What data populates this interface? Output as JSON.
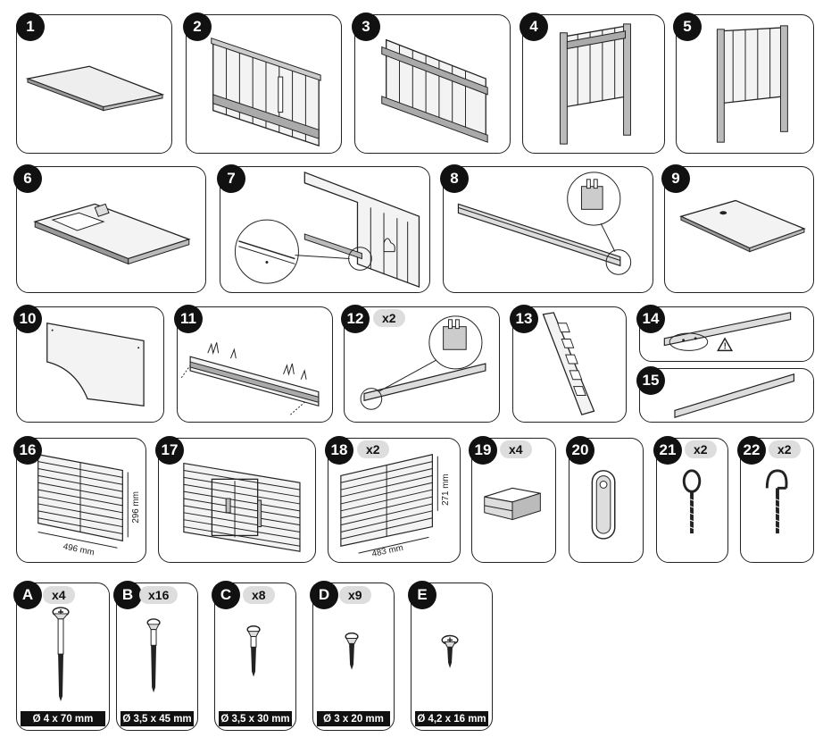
{
  "parts": [
    {
      "id": "1",
      "qty": ""
    },
    {
      "id": "2",
      "qty": ""
    },
    {
      "id": "3",
      "qty": ""
    },
    {
      "id": "4",
      "qty": ""
    },
    {
      "id": "5",
      "qty": ""
    },
    {
      "id": "6",
      "qty": ""
    },
    {
      "id": "7",
      "qty": ""
    },
    {
      "id": "8",
      "qty": ""
    },
    {
      "id": "9",
      "qty": ""
    },
    {
      "id": "10",
      "qty": ""
    },
    {
      "id": "11",
      "qty": ""
    },
    {
      "id": "12",
      "qty": "x2"
    },
    {
      "id": "13",
      "qty": ""
    },
    {
      "id": "14",
      "qty": ""
    },
    {
      "id": "15",
      "qty": ""
    },
    {
      "id": "16",
      "qty": "",
      "dim_w": "496 mm",
      "dim_h": "296 mm"
    },
    {
      "id": "17",
      "qty": ""
    },
    {
      "id": "18",
      "qty": "x2",
      "dim_w": "483 mm",
      "dim_h": "271 mm"
    },
    {
      "id": "19",
      "qty": "x4"
    },
    {
      "id": "20",
      "qty": ""
    },
    {
      "id": "21",
      "qty": "x2"
    },
    {
      "id": "22",
      "qty": "x2"
    }
  ],
  "screws": [
    {
      "id": "A",
      "qty": "x4",
      "spec": "Ø 4 x 70 mm"
    },
    {
      "id": "B",
      "qty": "x16",
      "spec": "Ø 3,5 x 45 mm"
    },
    {
      "id": "C",
      "qty": "x8",
      "spec": "Ø 3,5 x 30 mm"
    },
    {
      "id": "D",
      "qty": "x9",
      "spec": "Ø 3 x 20 mm"
    },
    {
      "id": "E",
      "qty": "",
      "spec": "Ø 4,2 x 16 mm"
    }
  ],
  "colors": {
    "ink": "#111111",
    "badge_bg": "#111111",
    "qty_bg": "#dddddd",
    "wood": "#bdbdbd"
  }
}
